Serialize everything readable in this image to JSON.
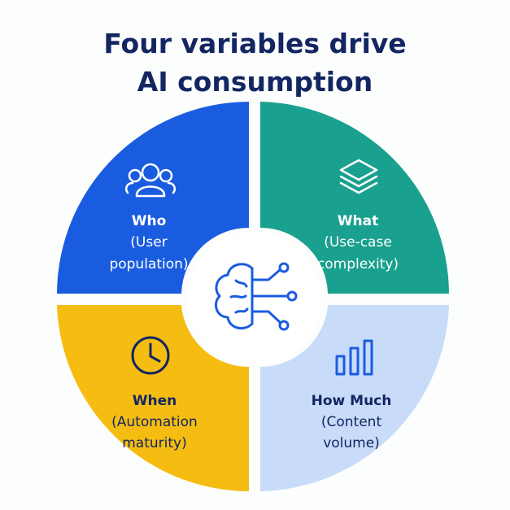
{
  "title": {
    "line1": "Four variables drive",
    "line2": "AI consumption"
  },
  "colors": {
    "title": "#132661",
    "who": "#1a5ce0",
    "what": "#1aa08f",
    "when": "#f5bd12",
    "how_much": "#c8dcf9",
    "icon_stroke": "#1a5ce0",
    "center_bg": "#ffffff",
    "background": "#fcfdfd"
  },
  "center": {
    "icon": "brain-circuit-icon"
  },
  "quadrants": [
    {
      "id": "who",
      "icon": "users-icon",
      "label": "Who",
      "desc_line1": "(User",
      "desc_line2": "population)"
    },
    {
      "id": "what",
      "icon": "layers-icon",
      "label": "What",
      "desc_line1": "(Use-case",
      "desc_line2": "complexity)"
    },
    {
      "id": "when",
      "icon": "clock-icon",
      "label": "When",
      "desc_line1": "(Automation",
      "desc_line2": "maturity)"
    },
    {
      "id": "how_much",
      "icon": "bar-chart-icon",
      "label": "How Much",
      "desc_line1": "(Content",
      "desc_line2": "volume)"
    }
  ]
}
